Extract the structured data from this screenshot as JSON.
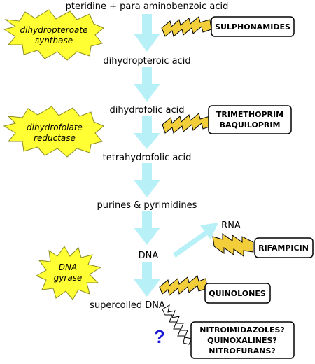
{
  "colors": {
    "arrow": "#b8f0f8",
    "starburst": "#ffff33",
    "bolt_fill": "#f2cf3a",
    "question": "#1a1ad6"
  },
  "compounds": {
    "pteridine": "pteridine + para aminobenzoic acid",
    "dihydropteroic": "dihydropteroic acid",
    "dihydrofolic": "dihydrofolic acid",
    "tetrahydrofolic": "tetrahydrofolic acid",
    "purines": "purines & pyrimidines",
    "dna": "DNA",
    "rna": "RNA",
    "supercoiled": "supercoiled DNA"
  },
  "enzymes": {
    "synthase_line1": "dihydropteroate",
    "synthase_line2": "synthase",
    "reductase_line1": "dihydrofolate",
    "reductase_line2": "reductase",
    "gyrase_line1": "DNA",
    "gyrase_line2": "gyrase"
  },
  "drugs": {
    "sulphonamides": "SULPHONAMIDES",
    "trimethoprim": "TRIMETHOPRIM",
    "baquiloprim": "BAQUILOPRIM",
    "rifampicin": "RIFAMPICIN",
    "quinolones": "QUINOLONES",
    "nitroimidazoles": "NITROIMIDAZOLES?",
    "quinoxalines": "QUINOXALINES?",
    "nitrofurans": "NITROFURANS?"
  },
  "unknown_mark": "?"
}
